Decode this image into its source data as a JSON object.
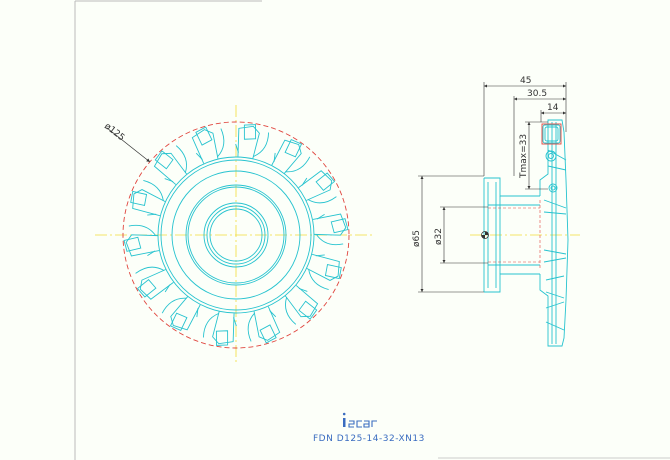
{
  "front_view": {
    "diameter_label": "ø125"
  },
  "side_view": {
    "dim_overall_width": "45",
    "dim_mid_width": "30.5",
    "dim_insert_width": "14",
    "dim_max_depth": "Tmax=33",
    "dim_hub_diameter": "ø65",
    "dim_bore_diameter": "ø32"
  },
  "title_block": {
    "logo_text": "iscar",
    "part_number": "FDN D125-14-32-XN13"
  },
  "colors": {
    "background": "#fcfff9",
    "outline": "#27c3cf",
    "centerline": "#f2dc3a",
    "dashed_red": "#e0453e",
    "dimension": "#333333",
    "title_blue": "#3a6cc0",
    "border_gray": "#bbbbbb"
  }
}
